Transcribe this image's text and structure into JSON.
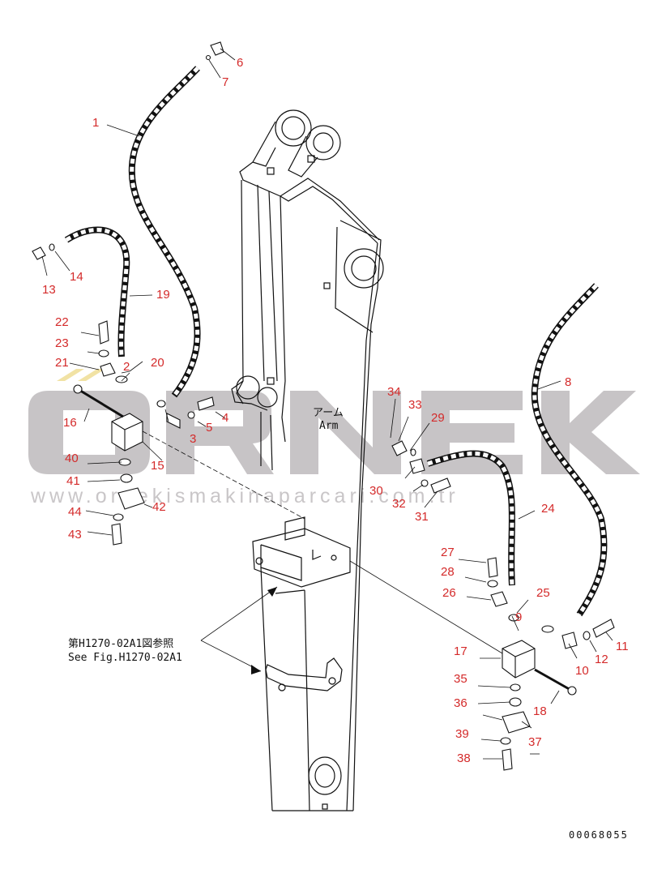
{
  "watermark": {
    "brand": "ORNEK",
    "url": "www.ornekismakinaparcari.com.tr",
    "color": "#c7c4c6"
  },
  "labels": {
    "arm_jp": "アーム",
    "arm_en": "Arm",
    "ref_jp": "第H1270-02A1図参照",
    "ref_en": "See Fig.H1270-02A1",
    "drawing_no": "00068055"
  },
  "callout_color": "#d42a2a",
  "callouts": [
    "1",
    "2",
    "3",
    "4",
    "5",
    "6",
    "7",
    "8",
    "9",
    "10",
    "11",
    "12",
    "13",
    "14",
    "15",
    "16",
    "17",
    "18",
    "19",
    "20",
    "21",
    "22",
    "23",
    "24",
    "25",
    "26",
    "27",
    "28",
    "29",
    "30",
    "31",
    "32",
    "33",
    "34",
    "35",
    "36",
    "37",
    "38",
    "39",
    "40",
    "41",
    "42",
    "43",
    "44"
  ]
}
